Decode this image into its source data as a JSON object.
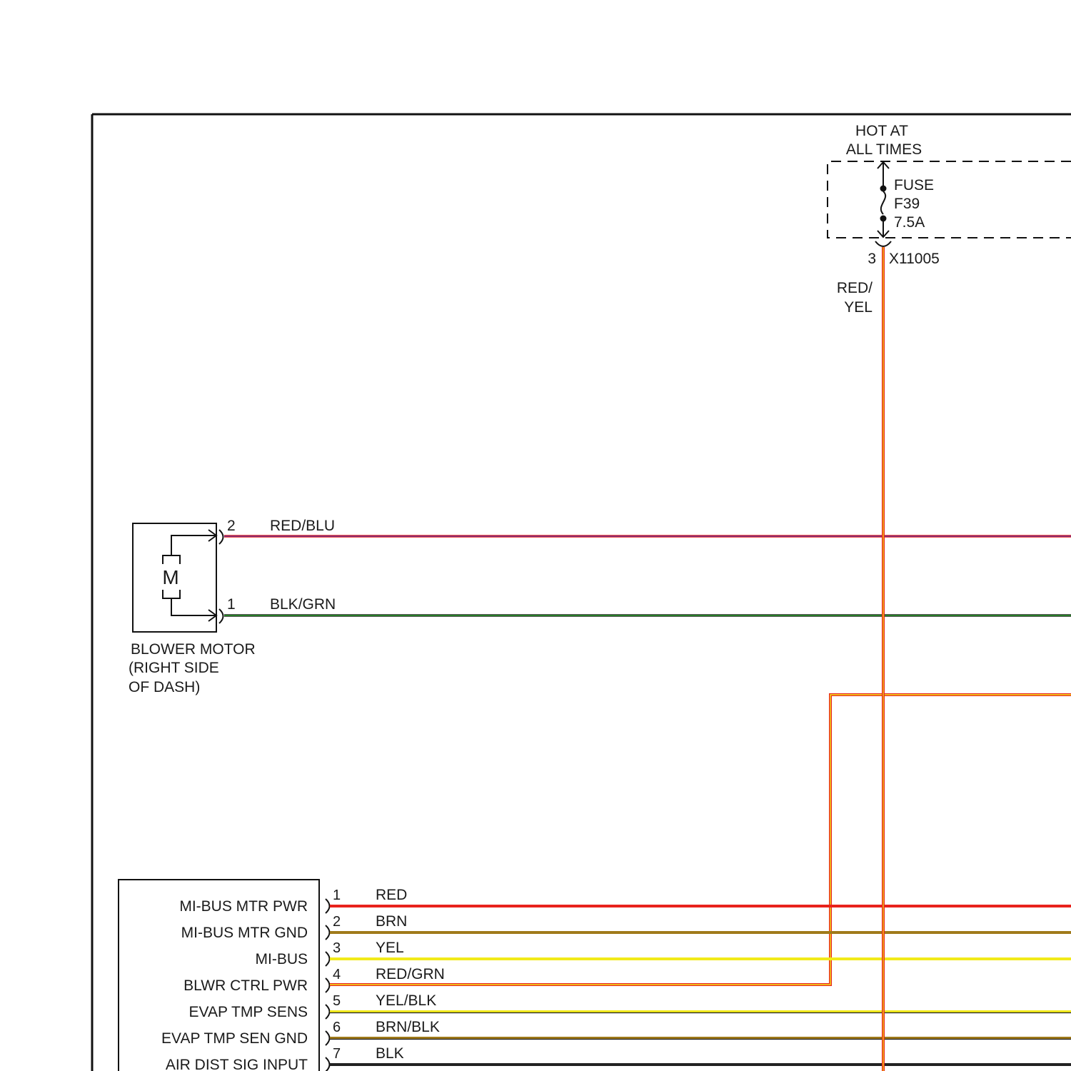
{
  "power_source": {
    "title_line1": "HOT AT",
    "title_line2": "ALL TIMES",
    "fuse_label": "FUSE",
    "fuse_id": "F39",
    "fuse_rating": "7.5A",
    "connector_pin": "3",
    "connector_id": "X11005",
    "feed_wire_line1": "RED/",
    "feed_wire_line2": "YEL"
  },
  "blower_motor": {
    "symbol": "M",
    "name_line1": "BLOWER MOTOR",
    "name_line2": "(RIGHT SIDE",
    "name_line3": "OF DASH)",
    "pins": [
      {
        "pin": "2",
        "wire": "RED/BLU"
      },
      {
        "pin": "1",
        "wire": "BLK/GRN"
      }
    ]
  },
  "module": {
    "rows": [
      {
        "label": "MI-BUS MTR PWR",
        "pin": "1",
        "wire": "RED"
      },
      {
        "label": "MI-BUS MTR GND",
        "pin": "2",
        "wire": "BRN"
      },
      {
        "label": "MI-BUS",
        "pin": "3",
        "wire": "YEL"
      },
      {
        "label": "BLWR CTRL PWR",
        "pin": "4",
        "wire": "RED/GRN"
      },
      {
        "label": "EVAP TMP SENS",
        "pin": "5",
        "wire": "YEL/BLK"
      },
      {
        "label": "EVAP TMP SEN GND",
        "pin": "6",
        "wire": "BRN/BLK"
      },
      {
        "label": "AIR DIST SIG INPUT",
        "pin": "7",
        "wire": "BLK"
      }
    ]
  },
  "wire_colors": {
    "red": "#e8231c",
    "yellow": "#f2ea1a",
    "brown": "#a07a1a",
    "blue": "#3030c0",
    "green": "#2a9a2a",
    "black": "#222222",
    "red_yel_core": "#f08a10"
  }
}
